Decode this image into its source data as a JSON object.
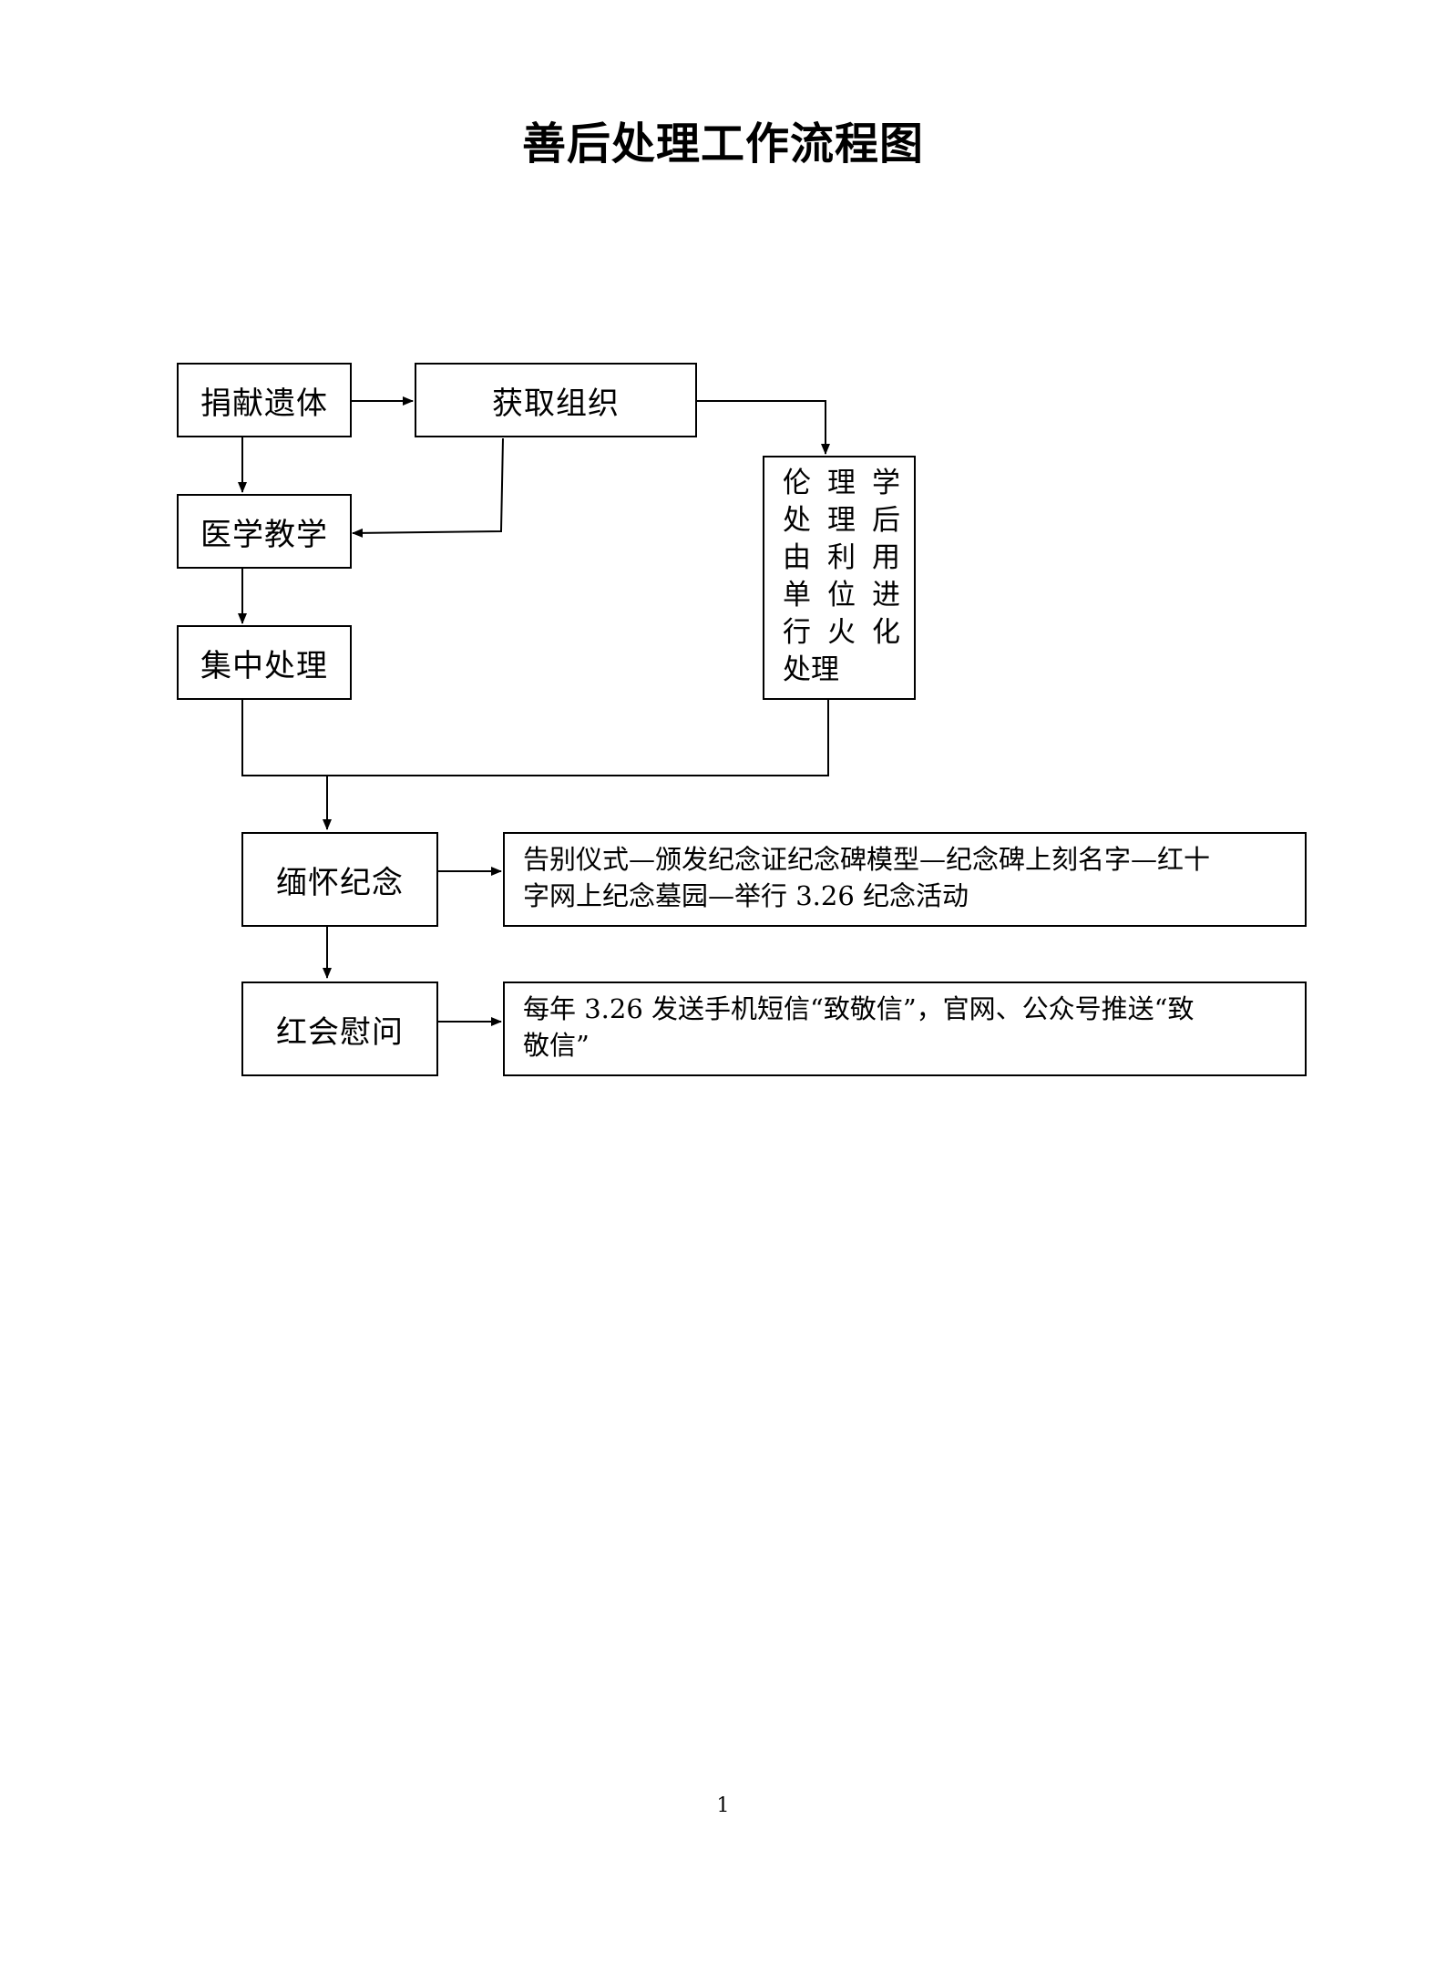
{
  "title": "善后处理工作流程图",
  "nodes": {
    "donate": "捐献遗体",
    "tissue": "获取组织",
    "teaching": "医学教学",
    "ethics": {
      "lines": [
        [
          "伦",
          "理",
          "学"
        ],
        [
          "处",
          "理",
          "后"
        ],
        [
          "由",
          "利",
          "用"
        ],
        [
          "单",
          "位",
          "进"
        ],
        [
          "行",
          "火",
          "化"
        ],
        [
          "处理"
        ]
      ]
    },
    "centralized": "集中处理",
    "memorial": "缅怀纪念",
    "redcross": "红会慰问"
  },
  "details": {
    "memorial_line1": "告别仪式—颁发纪念证纪念碑模型—纪念碑上刻名字—红十",
    "memorial_line2": "字网上纪念墓园—举行 3.26 纪念活动",
    "redcross_line1": "每年 3.26 发送手机短信“致敬信”，官网、公众号推送“致",
    "redcross_line2": "敬信”"
  },
  "page_number": "1"
}
